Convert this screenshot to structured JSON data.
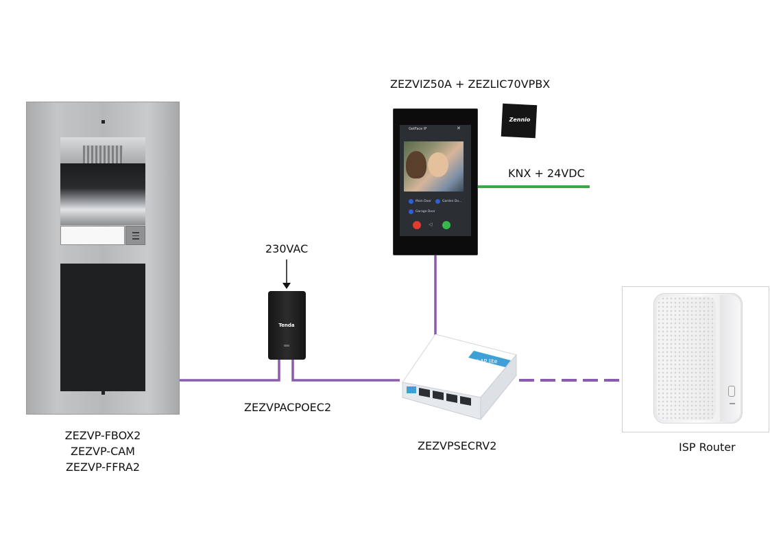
{
  "labels": {
    "touch_panel": "ZEZVIZ50A + ZEZLIC70VPBX",
    "knx": "KNX + 24VDC",
    "ac": "230VAC",
    "poe_injector": "ZEZVPACPOEC2",
    "panel_line1": "ZEZVP-FBOX2",
    "panel_line2": "ZEZVP-CAM",
    "panel_line3": "ZEZVP-FFRA2",
    "switch": "ZEZVPSECRV2",
    "isp_router": "ISP Router"
  },
  "device_text": {
    "poe_brand": "Tenda",
    "chip_brand": "Zennio",
    "screen_title": "GetFace IP",
    "screen_btn1": "Main Door",
    "screen_btn2": "Garden Do...",
    "screen_btn3": "Garage Door",
    "switch_model": "hAP lite"
  },
  "colors": {
    "ethernet": "#8a5bb0",
    "knx": "#3aa844",
    "switch_accent": "#3fa0d8"
  }
}
